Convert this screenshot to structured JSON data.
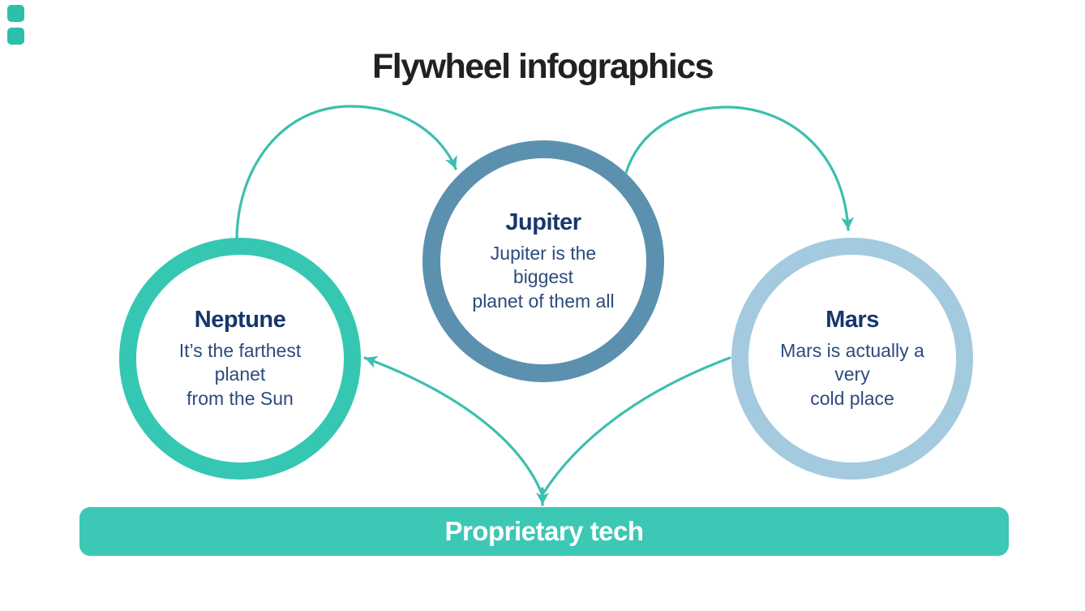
{
  "title": "Flywheel infographics",
  "decor": {
    "squares": [
      {
        "name": "corner-square-top",
        "color": "#2EBEAC"
      },
      {
        "name": "corner-square-bottom",
        "color": "#2EBEAC"
      }
    ]
  },
  "nodes": [
    {
      "id": "neptune",
      "title": "Neptune",
      "description_lines": [
        "It’s the farthest planet",
        "from the Sun"
      ],
      "ring_color": "#35C7B2"
    },
    {
      "id": "jupiter",
      "title": "Jupiter",
      "description_lines": [
        "Jupiter is the biggest",
        "planet of them all"
      ],
      "ring_color": "#5B91AE"
    },
    {
      "id": "mars",
      "title": "Mars",
      "description_lines": [
        "Mars is actually a very",
        "cold place"
      ],
      "ring_color": "#A4CADF"
    }
  ],
  "flow_arrows": [
    {
      "name": "neptune-to-jupiter"
    },
    {
      "name": "jupiter-to-mars"
    },
    {
      "name": "center-to-neptune"
    },
    {
      "name": "mars-to-center"
    },
    {
      "name": "center-into-bar"
    }
  ],
  "footer_bar": {
    "label": "Proprietary tech",
    "color": "#3DC7B5",
    "text_color": "#ffffff"
  },
  "colors": {
    "arrow": "#3BBFAE",
    "title_text": "#212121",
    "node_title": "#17366B",
    "node_body": "#2C4B7C",
    "background": "#ffffff"
  }
}
